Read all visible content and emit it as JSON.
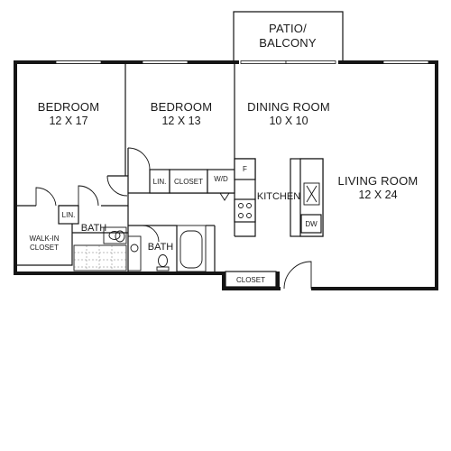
{
  "rooms": {
    "bedroom_1": {
      "name": "BEDROOM",
      "dimensions": "12 X 17"
    },
    "bedroom_2": {
      "name": "BEDROOM",
      "dimensions": "12 X 13"
    },
    "dining_room": {
      "name": "DINING ROOM",
      "dimensions": "10 X 10"
    },
    "living_room": {
      "name": "LIVING ROOM",
      "dimensions": "12 X 24"
    },
    "kitchen": {
      "name": "KITCHEN"
    },
    "patio": {
      "line1": "PATIO/",
      "line2": "BALCONY"
    },
    "bath_1": {
      "name": "BATH"
    },
    "bath_2": {
      "name": "BATH"
    },
    "walk_in_closet": {
      "line1": "WALK-IN",
      "line2": "CLOSET"
    }
  },
  "fixtures": {
    "linen_1": "LIN.",
    "linen_2": "LIN.",
    "closet_hall": "CLOSET",
    "washer_dryer": "W/D",
    "closet_entry": "CLOSET",
    "fridge": "F",
    "dishwasher": "DW"
  }
}
